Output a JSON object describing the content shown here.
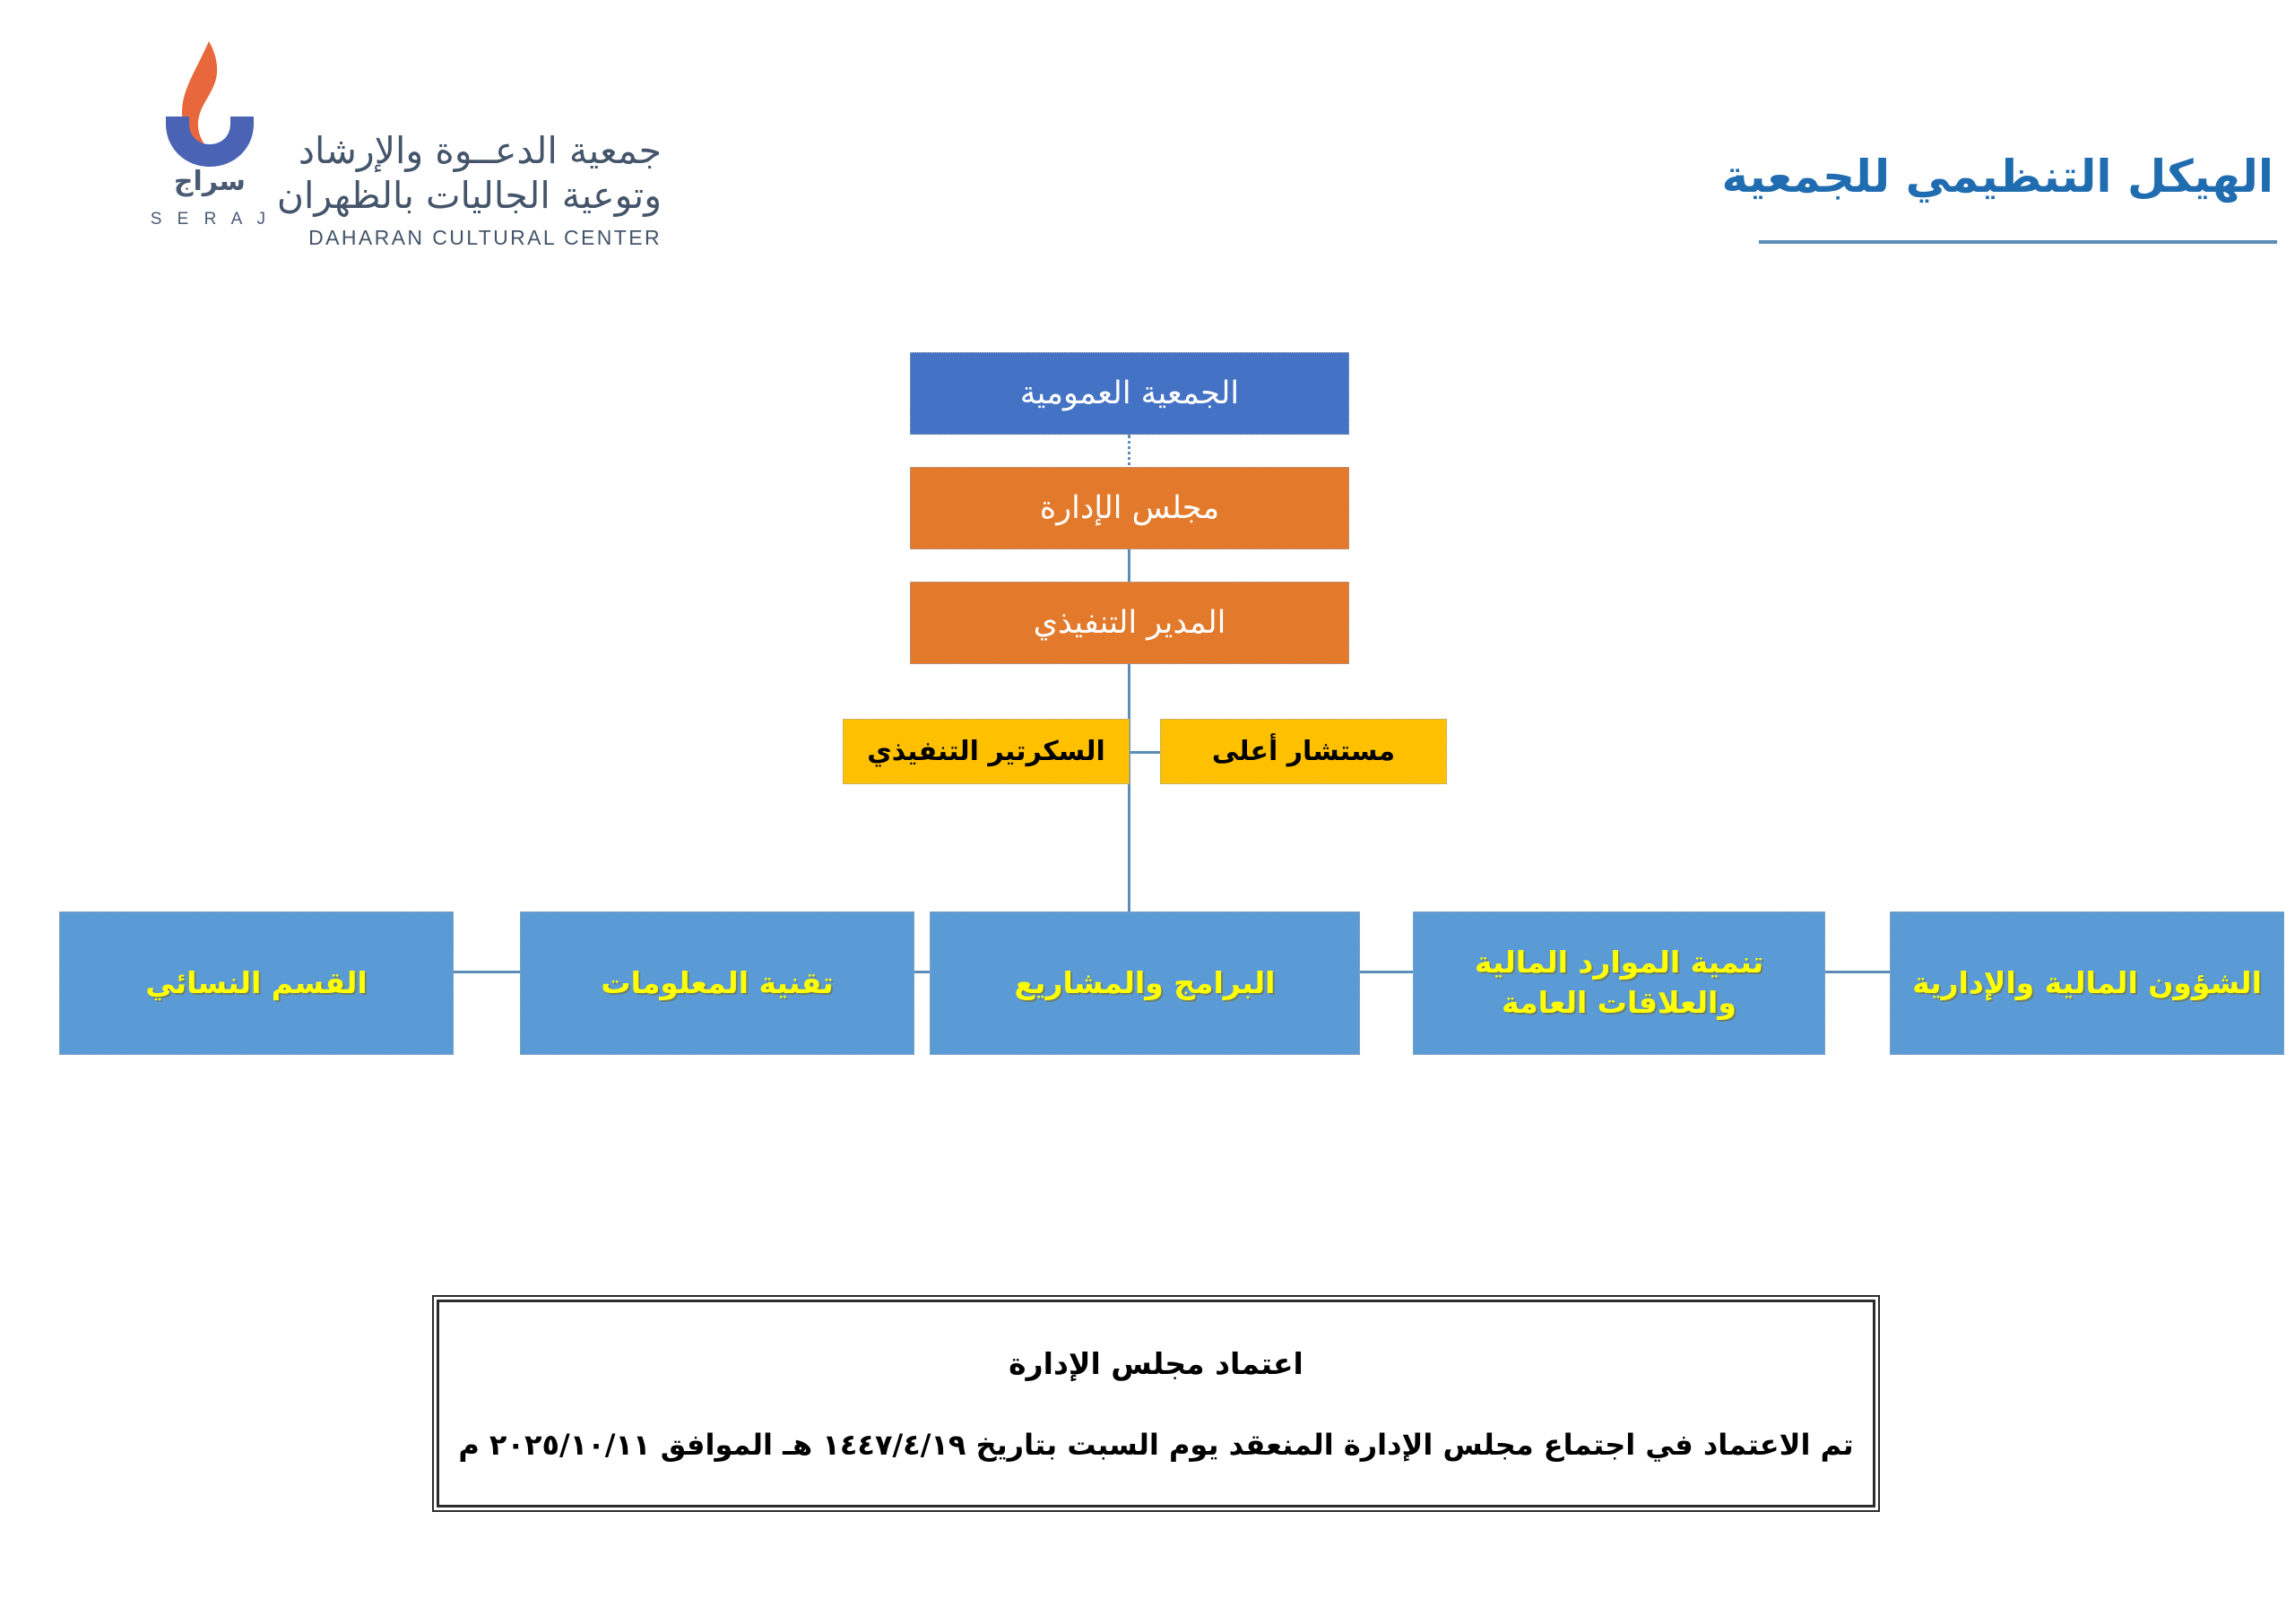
{
  "header": {
    "logo": {
      "arabic_line_1": "جمعية الدعــوة والإرشاد",
      "arabic_line_2": "وتوعية الجاليات بالظهران",
      "brand_arabic": "سراج",
      "brand_latin": "S E R A J",
      "latin_name": "DAHARAN CULTURAL CENTER",
      "flame_color": "#E8673C",
      "bowl_color": "#4A63B5",
      "text_color": "#44546A"
    },
    "title": "الهيكل التنظيمي للجمعية",
    "title_color": "#1F6CB0",
    "rule_color": "#5B8DB8"
  },
  "chart_data": {
    "type": "diagram",
    "title": "الهيكل التنظيمي للجمعية",
    "colors": {
      "level1": "#4472C4",
      "level2": "#E3792B",
      "staff": "#FFC000",
      "departments": "#5B9BD5",
      "connector": "#5B8DB8",
      "department_text": "#FFFF00"
    },
    "nodes": [
      {
        "id": "general-assembly",
        "label": "الجمعية العمومية",
        "level": 1,
        "style": "blue-dark"
      },
      {
        "id": "board-of-directors",
        "label": "مجلس الإدارة",
        "level": 2,
        "style": "orange"
      },
      {
        "id": "executive-director",
        "label": "المدير التنفيذي",
        "level": 3,
        "style": "orange"
      },
      {
        "id": "executive-secretary",
        "label": "السكرتير التنفيذي",
        "level": 4,
        "style": "yellow"
      },
      {
        "id": "senior-advisor",
        "label": "مستشار أعلى",
        "level": 4,
        "style": "yellow"
      },
      {
        "id": "womens-section",
        "label": "القسم النسائي",
        "level": 5,
        "style": "blue-light"
      },
      {
        "id": "information-technology",
        "label": "تقنية المعلومات",
        "level": 5,
        "style": "blue-light"
      },
      {
        "id": "programs-and-projects",
        "label": "البرامج والمشاريع",
        "level": 5,
        "style": "blue-light"
      },
      {
        "id": "resource-development",
        "label": "تنمية الموارد المالية والعلاقات العامة",
        "level": 5,
        "style": "blue-light"
      },
      {
        "id": "financial-administrative-affairs",
        "label": "الشؤون المالية والإدارية",
        "level": 5,
        "style": "blue-light"
      }
    ],
    "edges": [
      {
        "from": "general-assembly",
        "to": "board-of-directors",
        "style": "dotted"
      },
      {
        "from": "board-of-directors",
        "to": "executive-director",
        "style": "solid"
      },
      {
        "from": "executive-director",
        "to": "executive-secretary",
        "style": "solid"
      },
      {
        "from": "executive-director",
        "to": "senior-advisor",
        "style": "solid"
      },
      {
        "from": "executive-director",
        "to": "womens-section",
        "style": "solid"
      },
      {
        "from": "executive-director",
        "to": "information-technology",
        "style": "solid"
      },
      {
        "from": "executive-director",
        "to": "programs-and-projects",
        "style": "solid"
      },
      {
        "from": "executive-director",
        "to": "resource-development",
        "style": "solid"
      },
      {
        "from": "executive-director",
        "to": "financial-administrative-affairs",
        "style": "solid"
      }
    ]
  },
  "approval": {
    "title": "اعتماد مجلس الإدارة",
    "text": "تم الاعتماد في اجتماع مجلس الإدارة المنعقد يوم السبت بتاريخ ١٤٤٧/٤/١٩ هـ الموافق ٢٠٢٥/١٠/١١ م",
    "hijri_date": "١٤٤٧/٤/١٩ هـ",
    "gregorian_date": "٢٠٢٥/١٠/١١ م",
    "day": "السبت"
  }
}
